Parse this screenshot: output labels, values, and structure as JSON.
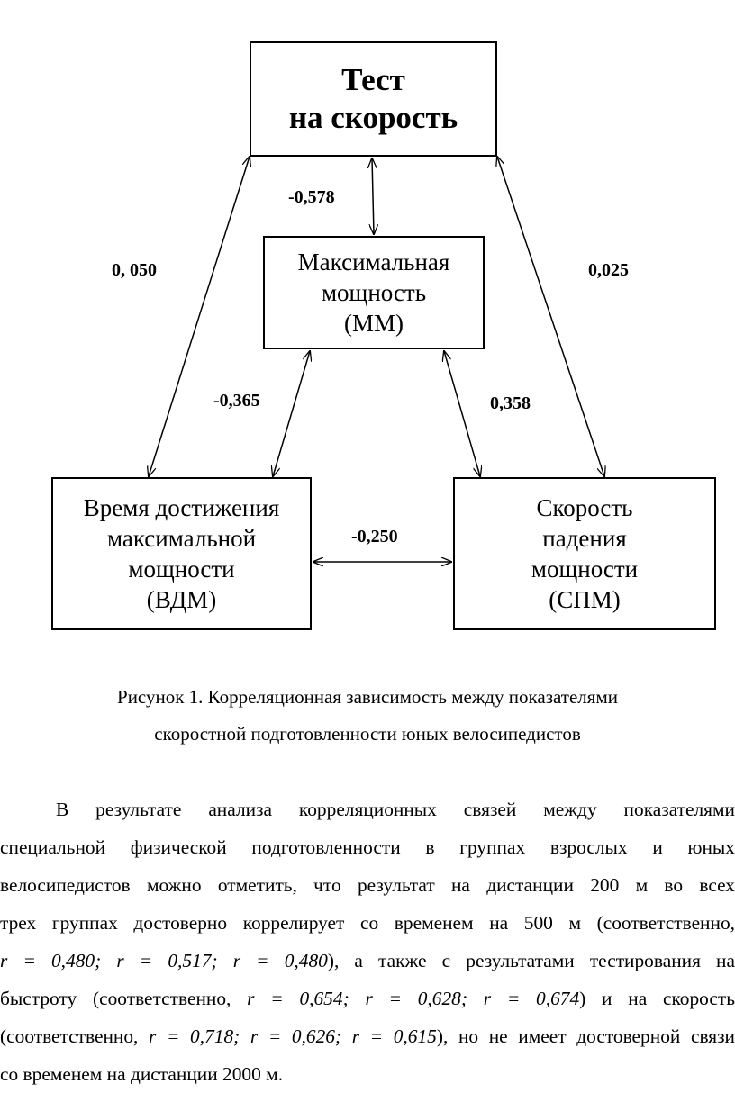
{
  "diagram": {
    "nodes": {
      "speed_test": {
        "lines": [
          "Тест",
          "на скорость"
        ]
      },
      "max_power": {
        "lines": [
          "Максимальная",
          "мощность",
          "(ММ)"
        ]
      },
      "time_to_max": {
        "lines": [
          "Время достижения",
          "максимальной",
          "мощности",
          "(ВДМ)"
        ]
      },
      "power_drop": {
        "lines": [
          "Скорость",
          "падения",
          "мощности",
          "(СПМ)"
        ]
      }
    },
    "edges": [
      {
        "from": "speed_test",
        "to": "max_power",
        "value": "-0,578"
      },
      {
        "from": "speed_test",
        "to": "time_to_max",
        "value": "0, 050"
      },
      {
        "from": "speed_test",
        "to": "power_drop",
        "value": "0,025"
      },
      {
        "from": "max_power",
        "to": "time_to_max",
        "value": "-0,365"
      },
      {
        "from": "max_power",
        "to": "power_drop",
        "value": "0,358"
      },
      {
        "from": "time_to_max",
        "to": "power_drop",
        "value": "-0,250"
      }
    ]
  },
  "caption": {
    "line1": "Рисунок 1. Корреляционная зависимость между показателями",
    "line2": "скоростной подготовленности юных велосипедистов"
  },
  "paragraph": {
    "l1": "В результате анализа корреляционных связей между показателями",
    "l2": "специальной физической подготовленности в группах взрослых и юных",
    "l3": "велосипедистов можно отметить, что результат на дистанции 200 м во всех",
    "l4": "трех группах достоверно коррелирует со временем на 500 м (соответственно,",
    "l5_r": "r = 0,480; r = 0,517; r = 0,480",
    "l5_tail": "), а также  с результатами тестирования на",
    "l6_head": "быстроту (соответственно, ",
    "l6_r": "r = 0,654; r = 0,628; r = 0,674",
    "l6_tail": ")  и на скорость",
    "l7_head": "(соответственно, ",
    "l7_r": "r = 0,718; r = 0,626; r = 0,615",
    "l7_tail": "), но не имеет достоверной связи",
    "l8": "со временем на дистанции 2000 м."
  }
}
